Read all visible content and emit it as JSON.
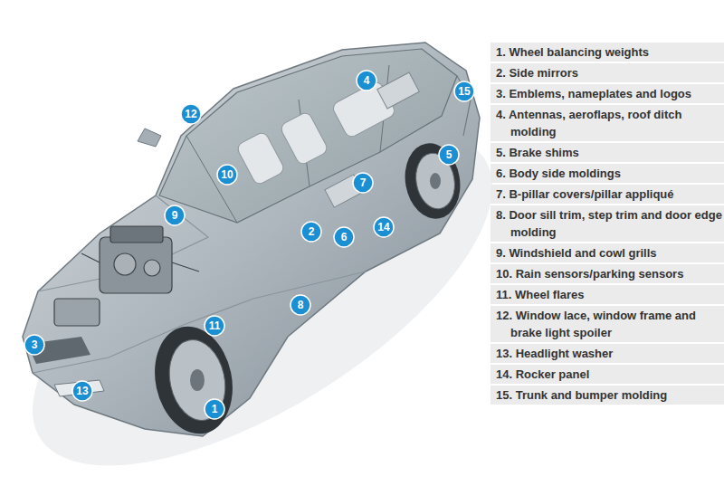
{
  "diagram": {
    "nodes": [
      {
        "text": [
          "1"
        ]
      },
      {
        "text": [
          "2"
        ]
      },
      {
        "text": [
          "3"
        ]
      },
      {
        "text": [
          "4"
        ]
      },
      {
        "text": [
          "5"
        ]
      },
      {
        "text": [
          "6"
        ]
      },
      {
        "text": [
          "7"
        ]
      },
      {
        "text": [
          "8"
        ]
      },
      {
        "text": [
          "9"
        ]
      },
      {
        "text": [
          "10"
        ]
      },
      {
        "text": [
          "11"
        ]
      },
      {
        "text": [
          "12"
        ]
      },
      {
        "text": [
          "13"
        ]
      },
      {
        "text": [
          "14"
        ]
      },
      {
        "text": [
          "15"
        ]
      },
      {
        "text": [
          "1. Wheel balancing weights"
        ]
      },
      {
        "text": [
          "2. Side mirrors"
        ]
      },
      {
        "text": [
          "3. Emblems, nameplates and logos"
        ]
      },
      {
        "text": [
          "4. Antennas, aeroflaps, roof ditch molding"
        ]
      },
      {
        "text": [
          "5. Brake shims"
        ]
      },
      {
        "text": [
          "6. Body side moldings"
        ]
      },
      {
        "text": [
          "7. B-pillar covers/pillar appliqué"
        ]
      },
      {
        "text": [
          "8. Door sill trim, step trim and door edge molding"
        ]
      },
      {
        "text": [
          "9. Windshield and cowl grills"
        ]
      },
      {
        "text": [
          "10. Rain sensors/parking sensors"
        ]
      },
      {
        "text": [
          "11. Wheel flares"
        ]
      },
      {
        "text": [
          "12. Window lace, window frame and brake light spoiler"
        ]
      },
      {
        "text": [
          "13. Headlight washer"
        ]
      },
      {
        "text": [
          "14. Rocker panel"
        ]
      },
      {
        "text": [
          "15. Trunk and bumper molding"
        ]
      }
    ]
  }
}
